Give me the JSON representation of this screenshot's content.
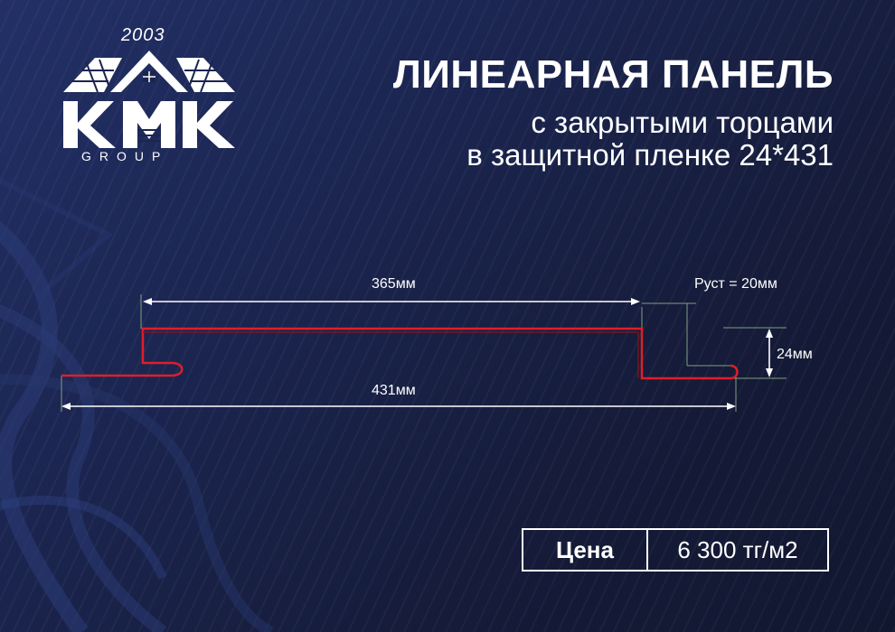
{
  "logo": {
    "year": "2003",
    "letters": "KMK",
    "group": "GROUP"
  },
  "header": {
    "title": "ЛИНЕАРНАЯ ПАНЕЛЬ",
    "subtitle_line1": "с закрытыми торцами",
    "subtitle_line2": "в защитной пленке 24*431"
  },
  "drawing": {
    "dim_top": "365мм",
    "dim_bottom": "431мм",
    "dim_height": "24мм",
    "dim_rust": "Руст = 20мм",
    "profile_color": "#e01e28",
    "dimension_color": "#ffffff",
    "guide_color": "#7fa07f"
  },
  "price": {
    "label": "Цена",
    "value": "6 300 тг/м2"
  }
}
